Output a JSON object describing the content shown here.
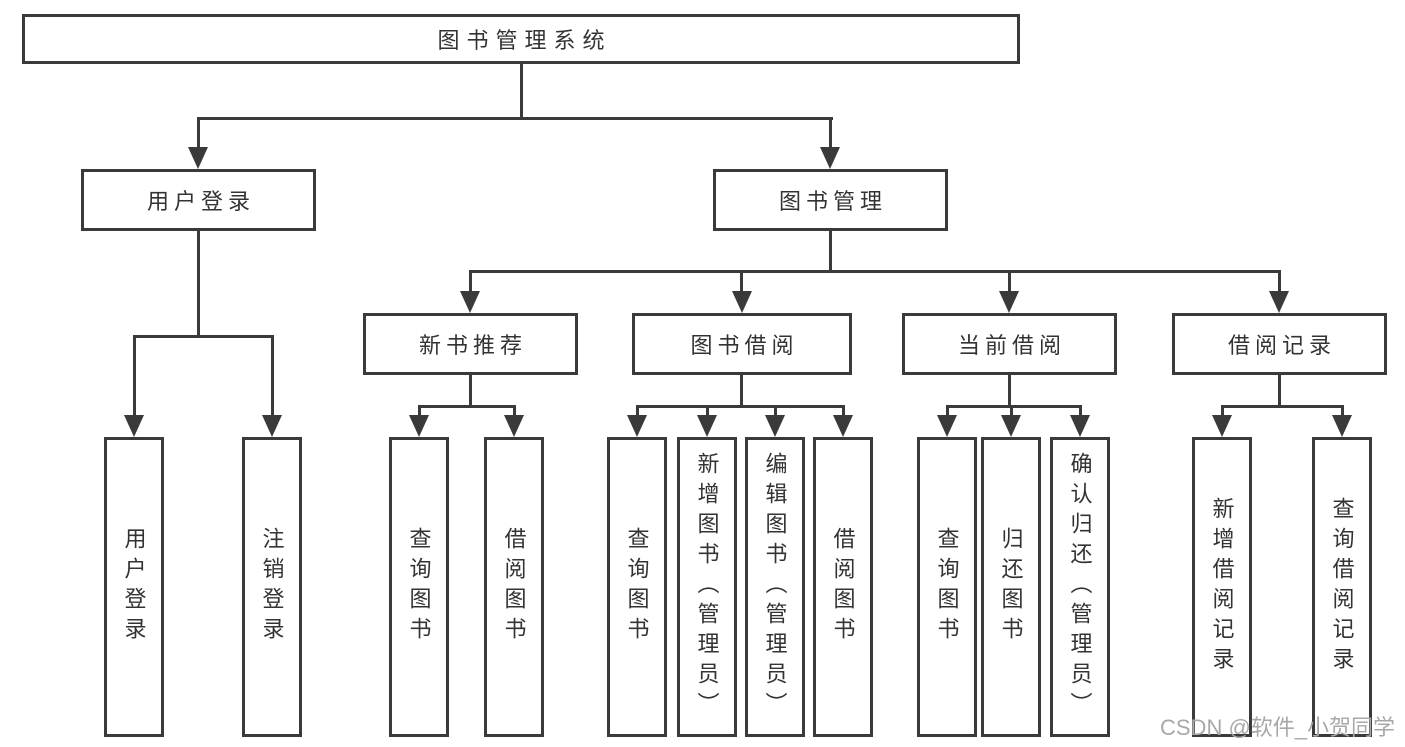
{
  "diagram": {
    "root": {
      "label": "图书管理系统"
    },
    "level2": {
      "user_login": {
        "label": "用户登录"
      },
      "book_management": {
        "label": "图书管理"
      }
    },
    "level3": {
      "new_book_recommend": {
        "label": "新书推荐"
      },
      "book_borrow": {
        "label": "图书借阅"
      },
      "current_borrow": {
        "label": "当前借阅"
      },
      "borrow_record": {
        "label": "借阅记录"
      }
    },
    "leaves": {
      "user_login_1": {
        "label": "用户登录"
      },
      "user_login_2": {
        "label": "注销登录"
      },
      "new_book_1": {
        "label": "查询图书"
      },
      "new_book_2": {
        "label": "借阅图书"
      },
      "borrow_1": {
        "label": "查询图书"
      },
      "borrow_2": {
        "label": "新增图书（管理员）"
      },
      "borrow_3": {
        "label": "编辑图书（管理员）"
      },
      "borrow_4": {
        "label": "借阅图书"
      },
      "current_1": {
        "label": "查询图书"
      },
      "current_2": {
        "label": "归还图书"
      },
      "current_3": {
        "label": "确认归还（管理员）"
      },
      "record_1": {
        "label": "新增借阅记录"
      },
      "record_2": {
        "label": "查询借阅记录"
      }
    },
    "watermark": {
      "text": "CSDN @软件_小贺同学"
    },
    "colors": {
      "line": "#3a3a3a",
      "text": "#333333",
      "watermark": "#a8a8a8",
      "background": "#ffffff"
    }
  }
}
